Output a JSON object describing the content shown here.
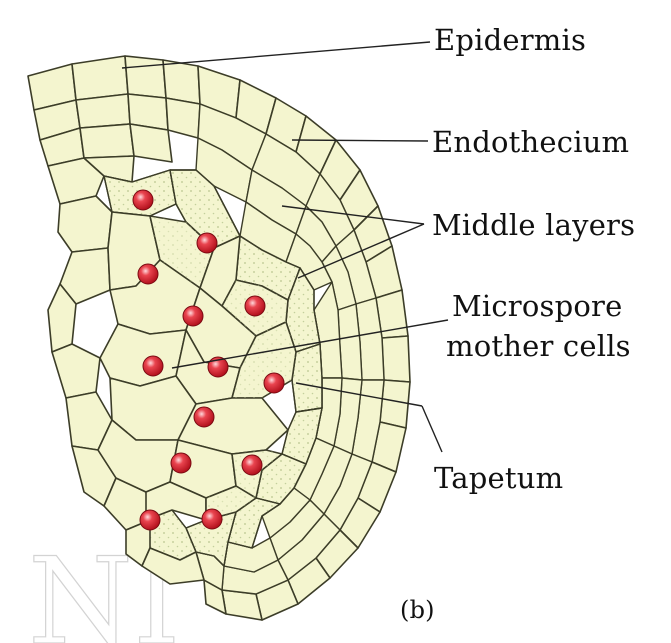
{
  "labels": {
    "epidermis": "Epidermis",
    "endothecium": "Endothecium",
    "middle_layers": "Middle layers",
    "microspore_line1": "Microspore",
    "microspore_line2": "mother cells",
    "tapetum": "Tapetum",
    "panel": "(b)"
  },
  "watermark": "NI",
  "colors": {
    "cell_fill": "#f4f5cf",
    "cell_stroke": "#3c3d28",
    "nucleus": "#d8232f",
    "nucleus_highlight": "#ffd9dc",
    "leader_line": "#222222",
    "stipple": "#b9c590"
  }
}
